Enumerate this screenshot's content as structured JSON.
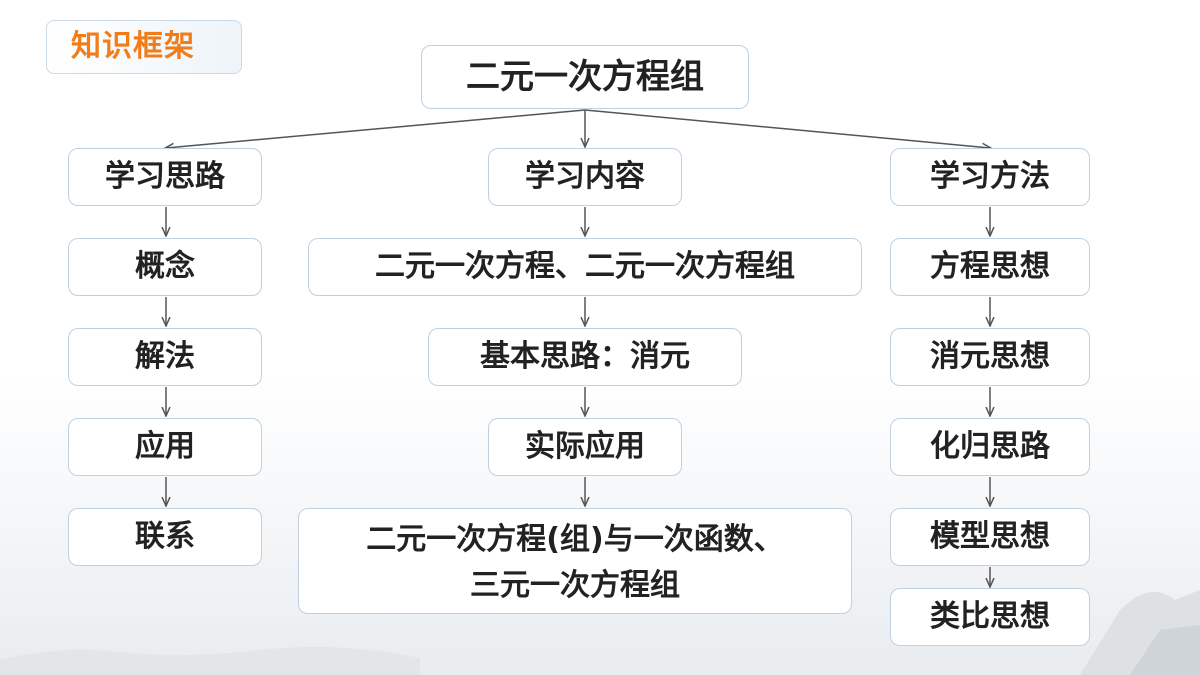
{
  "tag": "知识框架",
  "root": "二元一次方程组",
  "columns": {
    "left": {
      "header": "学习思路",
      "items": [
        "概念",
        "解法",
        "应用",
        "联系"
      ]
    },
    "middle": {
      "header": "学习内容",
      "items": [
        "二元一次方程、二元一次方程组",
        "基本思路：消元",
        "实际应用"
      ],
      "last_lines": [
        "二元一次方程(组)与一次函数、",
        "三元一次方程组"
      ]
    },
    "right": {
      "header": "学习方法",
      "items": [
        "方程思想",
        "消元思想",
        "化归思路",
        "模型思想",
        "类比思想"
      ]
    }
  },
  "colors": {
    "accent": "#f07d1a",
    "border": "#bcd2e3",
    "line": "#555555"
  }
}
